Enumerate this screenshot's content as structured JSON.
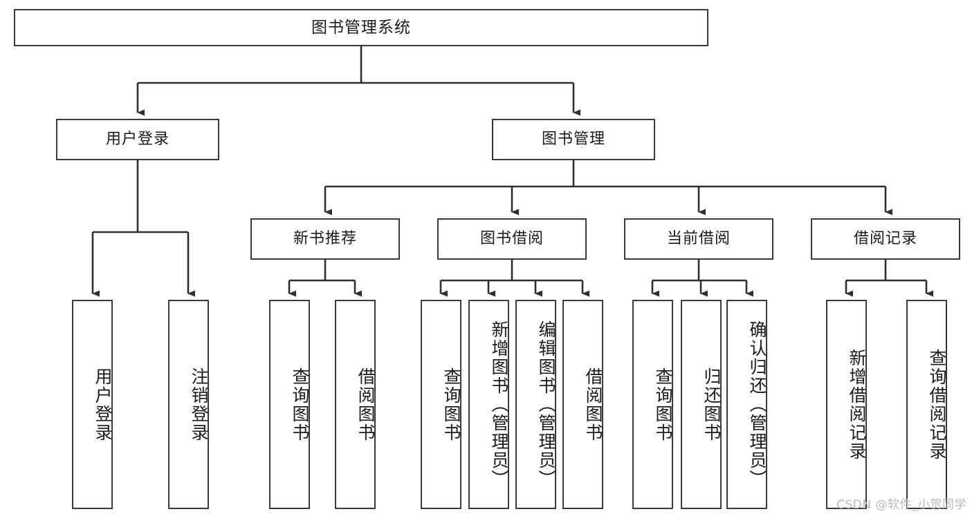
{
  "diagram": {
    "title": "图书管理系统",
    "type": "tree",
    "watermark": "CSDN @软件_小贺同学",
    "colors": {
      "box_border": "#3a3a3a",
      "box_fill": "#ffffff",
      "edge": "#2f2f2f",
      "text": "#1a1a1a",
      "watermark": "#b9b9b9",
      "background": "#ffffff"
    },
    "levels": {
      "level1": [
        {
          "id": "root",
          "label": "图书管理系统",
          "orientation": "horizontal"
        }
      ],
      "level2": [
        {
          "id": "user_login",
          "label": "用户登录",
          "orientation": "horizontal",
          "parent": "root"
        },
        {
          "id": "book_mgmt",
          "label": "图书管理",
          "orientation": "horizontal",
          "parent": "root"
        }
      ],
      "level3": [
        {
          "id": "new_book_rec",
          "label": "新书推荐",
          "orientation": "horizontal",
          "parent": "book_mgmt"
        },
        {
          "id": "book_borrow",
          "label": "图书借阅",
          "orientation": "horizontal",
          "parent": "book_mgmt"
        },
        {
          "id": "current_borrow",
          "label": "当前借阅",
          "orientation": "horizontal",
          "parent": "book_mgmt"
        },
        {
          "id": "borrow_record",
          "label": "借阅记录",
          "orientation": "horizontal",
          "parent": "book_mgmt"
        }
      ],
      "leaves": [
        {
          "id": "leaf_user_login",
          "label": "用户登录",
          "orientation": "vertical",
          "parent": "user_login"
        },
        {
          "id": "leaf_logout",
          "label": "注销登录",
          "orientation": "vertical",
          "parent": "user_login"
        },
        {
          "id": "leaf_query_book_1",
          "label": "查询图书",
          "orientation": "vertical",
          "parent": "new_book_rec"
        },
        {
          "id": "leaf_borrow_book_1",
          "label": "借阅图书",
          "orientation": "vertical",
          "parent": "new_book_rec"
        },
        {
          "id": "leaf_query_book_2",
          "label": "查询图书",
          "orientation": "vertical",
          "parent": "book_borrow"
        },
        {
          "id": "leaf_add_book",
          "label": "新增图书（管理员）",
          "orientation": "vertical",
          "parent": "book_borrow"
        },
        {
          "id": "leaf_edit_book",
          "label": "编辑图书（管理员）",
          "orientation": "vertical",
          "parent": "book_borrow"
        },
        {
          "id": "leaf_borrow_book_2",
          "label": "借阅图书",
          "orientation": "vertical",
          "parent": "book_borrow"
        },
        {
          "id": "leaf_query_book_3",
          "label": "查询图书",
          "orientation": "vertical",
          "parent": "current_borrow"
        },
        {
          "id": "leaf_return_book",
          "label": "归还图书",
          "orientation": "vertical",
          "parent": "current_borrow"
        },
        {
          "id": "leaf_confirm_return",
          "label": "确认归还（管理员）",
          "orientation": "vertical",
          "parent": "current_borrow"
        },
        {
          "id": "leaf_add_record",
          "label": "新增借阅记录",
          "orientation": "vertical",
          "parent": "borrow_record"
        },
        {
          "id": "leaf_query_record",
          "label": "查询借阅记录",
          "orientation": "vertical",
          "parent": "borrow_record"
        }
      ]
    }
  }
}
